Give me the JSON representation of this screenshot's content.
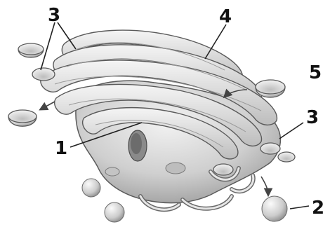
{
  "labels": {
    "l1": "1",
    "l2": "2",
    "l3a": "3",
    "l3b": "3",
    "l4": "4",
    "l5": "5"
  },
  "colors": {
    "outline": "#5a5a5a",
    "fill_light": "#eeeeee",
    "fill_mid": "#d2d2d2",
    "fill_dark": "#a8a8a8",
    "label": "#111111"
  }
}
